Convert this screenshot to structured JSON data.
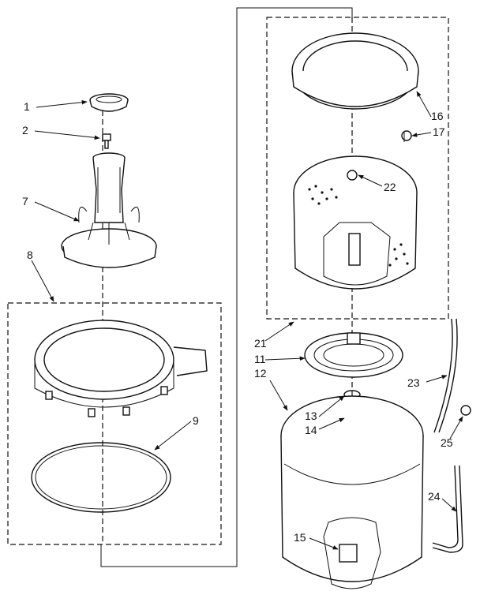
{
  "labels": {
    "l1": "1",
    "l2": "2",
    "l7": "7",
    "l8": "8",
    "l9": "9",
    "l11": "11",
    "l12": "12",
    "l13": "13",
    "l14": "14",
    "l15": "15",
    "l16": "16",
    "l17": "17",
    "l21": "21",
    "l22": "22",
    "l23": "23",
    "l24": "24",
    "l25": "25"
  }
}
